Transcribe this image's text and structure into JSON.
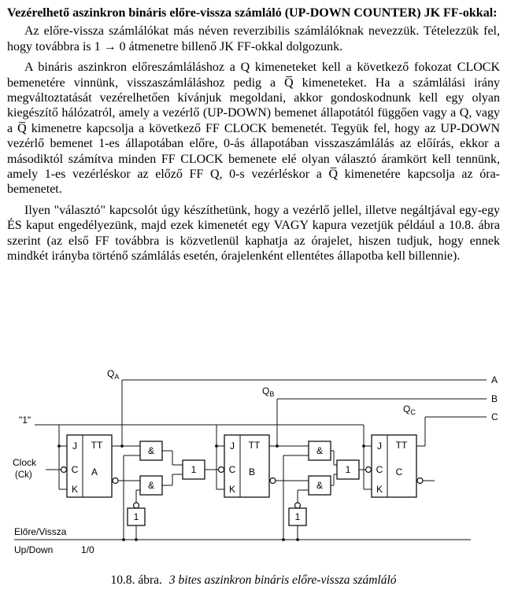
{
  "page": {
    "title": "Vezérelhető aszinkron bináris előre-vissza számláló (UP-DOWN COUNTER) JK FF-okkal:",
    "p1": "Az előre-vissza számlálókat más néven reverzibilis számlálóknak nevezzük. Tételezzük fel, hogy továbbra is 1 → 0 átmenetre billenő JK FF-okkal dolgozunk.",
    "p2": "A bináris aszinkron előreszámláláshoz a Q kimeneteket kell a következő fokozat CLOCK bemenetére vinnünk, visszaszámláláshoz pedig a Q̅ kimeneteket. Ha a számlálási irány megváltoztatását vezérelhetően kívánjuk megoldani, akkor gondoskodnunk kell egy olyan kiegészítő hálózatról, amely a vezérlő (UP-DOWN) bemenet állapotától függően vagy a Q, vagy a Q̅ kimenetre kapcsolja a következő FF CLOCK bemenetét. Tegyük fel, hogy az UP-DOWN vezérlő bemenet 1-es állapotában előre, 0-ás állapotában visszaszámlálás az előírás, ekkor a másodiktól számítva minden FF CLOCK bemenete elé olyan választó áramkört kell tennünk, amely 1-es vezérléskor az előző FF Q, 0-s vezérléskor a Q̅ kimenetére kapcsolja az óra-bemenetet.",
    "p3": "Ilyen \"választó\" kapcsolót úgy készíthetünk, hogy a vezérlő jellel, illetve negáltjával egy-egy ÉS kaput engedélyezünk, majd ezek kimenetét egy VAGY kapura vezetjük például a 10.8. ábra szerint (az első FF továbbra is közvetlenül kaphatja az órajelet, hiszen tudjuk, hogy ennek mindkét irányba történő számlálás esetén, órajelenként ellentétes állapotba kell billennie)."
  },
  "diagram": {
    "const_one": "\"1\"",
    "clock": "Clock",
    "clock2": "(Ck)",
    "ff_inputs": {
      "j": "J",
      "c": "C",
      "k": "K"
    },
    "ff_type": "TT",
    "ff_names": [
      "A",
      "B",
      "C"
    ],
    "and_label": "&",
    "or_label": "1",
    "inv_label": "1",
    "q_main": "Q",
    "q_subs": [
      "A",
      "B",
      "C"
    ],
    "out_labels": [
      "A",
      "B",
      "C"
    ],
    "direction_hu": "Előre/Vissza",
    "direction_en": "Up/Down",
    "direction_val": "1/0"
  },
  "caption": {
    "prefix": "10.8. ábra.",
    "text": "3 bites aszinkron bináris előre-vissza számláló"
  }
}
